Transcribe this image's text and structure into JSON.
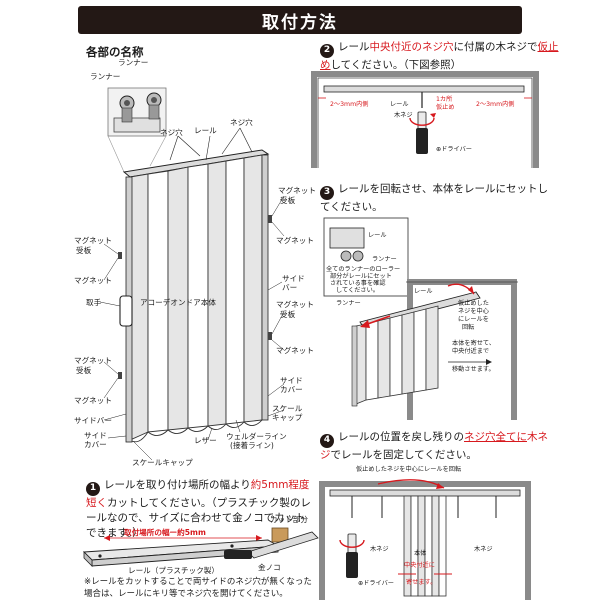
{
  "header": {
    "title": "取付方法"
  },
  "parts": {
    "title": "各部の名称",
    "runner_top": "ランナー",
    "runner_side": "ランナー",
    "screw_hole_left": "ネジ穴",
    "rail": "レール",
    "screw_hole_right": "ネジ穴",
    "magnet_receiver_l1": "マグネット",
    "magnet_receiver_l1b": "受板",
    "magnet_l1": "マグネット",
    "handle": "取手",
    "magnet_receiver_l2": "マグネット",
    "magnet_receiver_l2b": "受板",
    "magnet_l2": "マグネット",
    "side_bar_l": "サイドバー",
    "side_cover_l1": "サイド",
    "side_cover_l2": "カバー",
    "magnet_receiver_r1": "マグネット",
    "magnet_receiver_r1b": "受板",
    "magnet_r1": "マグネット",
    "side_bar_r1": "サイド",
    "side_bar_r2": "バー",
    "magnet_receiver_r2": "マグネット",
    "magnet_receiver_r2b": "受板",
    "magnet_r2": "マグネット",
    "side_cover_r1": "サイド",
    "side_cover_r2": "カバー",
    "scale_cap_r1": "スケール",
    "scale_cap_r2": "キャップ",
    "welder_line_1": "ウェルダーライン",
    "welder_line_2": "(接着ライン)",
    "leather": "レザー",
    "scale_cap_bottom": "スケールキャップ",
    "body": "アコーデオンドア本体"
  },
  "step1": {
    "num": "1",
    "text_a": "レールを取り付け場所の幅より",
    "text_red": "約5mm程度短く",
    "text_b": "カットしてください。（プラスチック製のレールなので、サイズに合わせて金ノコでカットできます。）",
    "dim_label": "取付場所の幅ー約5mm",
    "cut_part": "カット部分",
    "saw": "金ノコ",
    "rail_label": "レール（プラスチック製）",
    "note": "※レールをカットすることで両サイドのネジ穴が無くなった場合は、レールにキリ等でネジ穴を開けてください。"
  },
  "step2": {
    "num": "2",
    "text_a": "レール",
    "text_red1": "中央付近のネジ穴",
    "text_b": "に付属の木ネジで",
    "text_red2": "仮止め",
    "text_c": "してください。（下図参照）",
    "gap_left": "2～3mm内側",
    "rail": "レール",
    "wood_screw": "木ネジ",
    "one_point_1": "1カ所",
    "one_point_2": "仮止め",
    "gap_right": "2～3mm内側",
    "driver": "⊕ドライバー"
  },
  "step3": {
    "num": "3",
    "text": "レールを回転させ、本体をレールにセットしてください。",
    "rail": "レール",
    "runner": "ランナー",
    "note_1": "全てのランナーのローラー",
    "note_2": "部分がレールにセット",
    "note_3": "されている事を確認",
    "note_4": "してください。",
    "runner_b": "ランナー",
    "rail_b": "レール",
    "rotate_1": "仮止めした",
    "rotate_2": "ネジを中心",
    "rotate_3": "にレールを",
    "rotate_4": "回転",
    "center_1": "本体を寄せて、",
    "center_2": "中央付近まで",
    "center_3": "移動させます。"
  },
  "step4": {
    "num": "4",
    "text_a": "レールの位置を戻し残りの",
    "text_red1": "ネジ穴全てに",
    "text_red2": "木ネジ",
    "text_b": "でレールを固定してください。",
    "rotate_note": "仮止めしたネジを中心にレールを回転",
    "wood_screw_l": "木ネジ",
    "body": "本体",
    "wood_screw_r": "木ネジ",
    "center_1": "中央付近に",
    "center_2": "寄せます。",
    "driver": "⊕ドライバー"
  }
}
